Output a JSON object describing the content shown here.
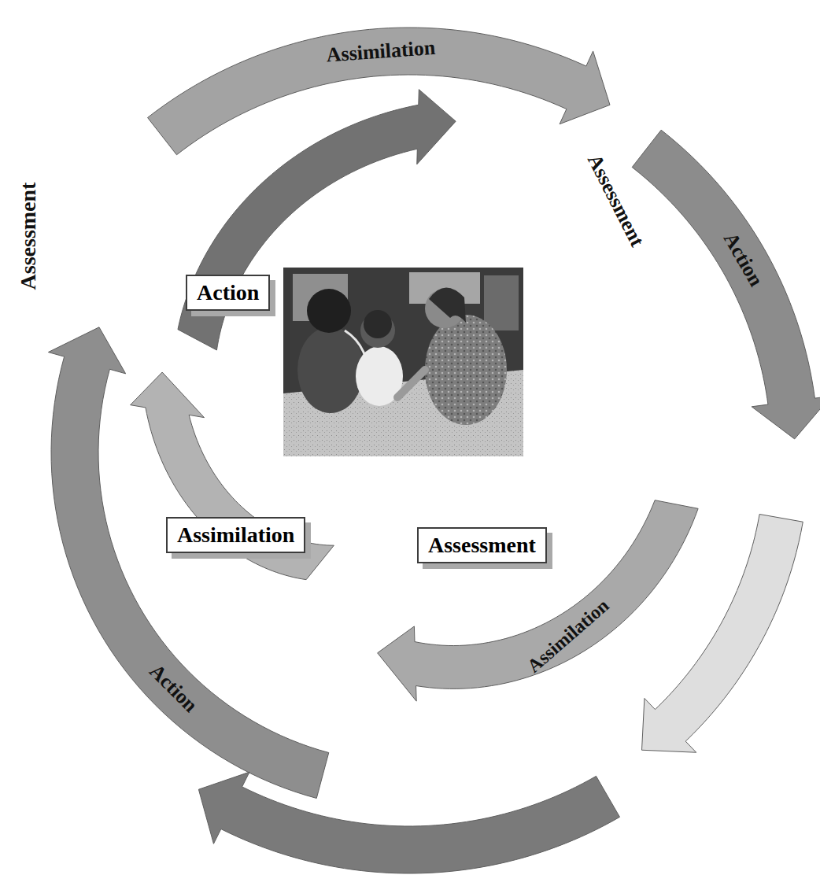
{
  "diagram": {
    "nodes": [
      {
        "text": [
          "Action"
        ]
      },
      {
        "text": [
          "Assimilation"
        ]
      },
      {
        "text": [
          "Assessment"
        ]
      }
    ],
    "labels": [
      "Assimilation",
      "Assessment",
      "Assessment",
      "Action",
      "Assimilation",
      "Action"
    ]
  }
}
